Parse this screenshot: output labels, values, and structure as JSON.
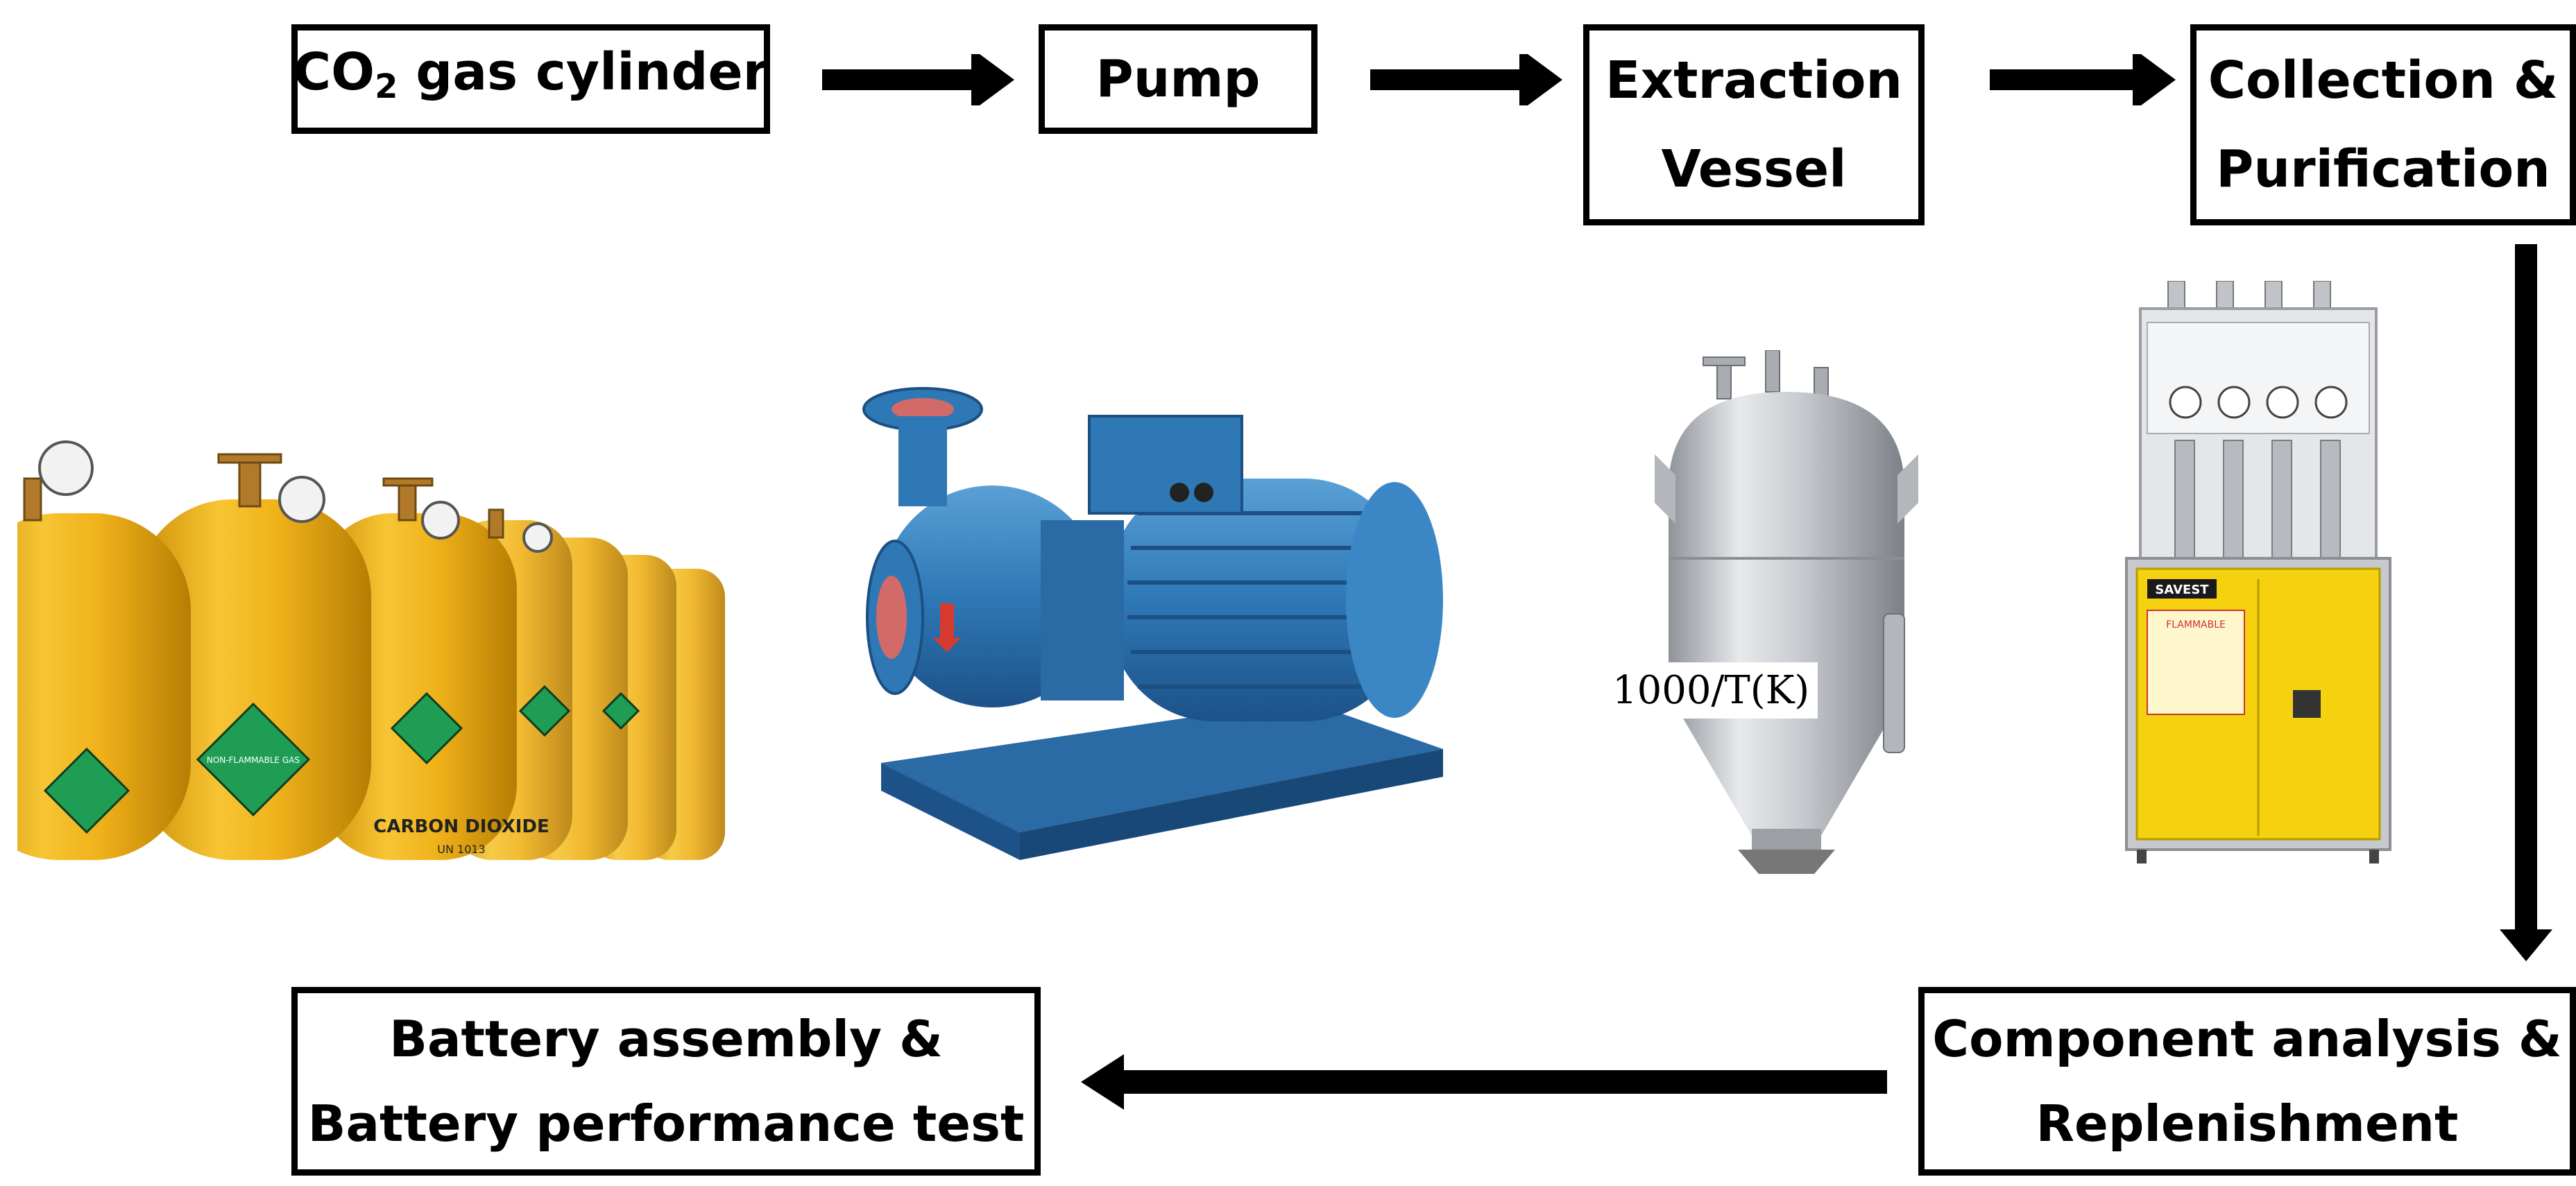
{
  "diagram": {
    "steps": [
      {
        "id": "co2",
        "label_main": "CO",
        "label_sub": "2",
        "label_rest": " gas cylinder"
      },
      {
        "id": "pump",
        "label": "Pump"
      },
      {
        "id": "extraction",
        "line1": "Extraction",
        "line2": "Vessel"
      },
      {
        "id": "collection",
        "line1": "Collection &",
        "line2": "Purification"
      },
      {
        "id": "component",
        "line1": "Component analysis &",
        "line2": "Replenishment"
      },
      {
        "id": "battery",
        "line1": "Battery assembly &",
        "line2": "Battery performance test"
      }
    ],
    "overlay_label": "1000/T(K)",
    "illustrations": [
      "co2-cylinders",
      "centrifugal-pump",
      "extraction-vessel",
      "purification-unit"
    ],
    "cylinder_labels": {
      "gas_diamond": "NON-FLAMMABLE GAS",
      "carbon": "CARBON DIOXIDE",
      "un": "UN 1013"
    },
    "cabinet_labels": {
      "brand": "SAVEST",
      "warn": "FLAMMABLE"
    },
    "colors": {
      "cylinder": "#f0b21a",
      "pump": "#2e78b6",
      "steel": "#c9ccd0",
      "cabinet": "#f5d10f",
      "diamond": "#1f9d55"
    }
  }
}
